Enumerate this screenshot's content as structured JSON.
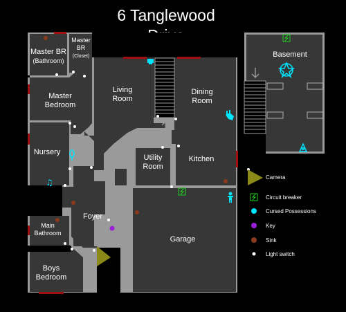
{
  "title_line1": "6 Tanglewood",
  "title_line2": "Drive",
  "rooms": {
    "master_br_bathroom": [
      "Master BR",
      "(Bathroom)"
    ],
    "master_br_closet": [
      "Master",
      "BR",
      "(Closet)"
    ],
    "master_bedroom": [
      "Master",
      "Bedroom"
    ],
    "living_room": [
      "Living",
      "Room"
    ],
    "dining_room": [
      "Dining",
      "Room"
    ],
    "nursery": [
      "Nursery"
    ],
    "utility_room": [
      "Utility",
      "Room"
    ],
    "kitchen": [
      "Kitchen"
    ],
    "foyer": [
      "Foyer"
    ],
    "main_bathroom": [
      "Main",
      "Bathroom"
    ],
    "garage": [
      "Garage"
    ],
    "boys_bedroom": [
      "Boys",
      "Bedroom"
    ],
    "basement": [
      "Basement"
    ]
  },
  "legend": [
    {
      "label": "Camera",
      "icon": "camera-icon"
    },
    {
      "label": "Circuit breaker",
      "icon": "circuit-breaker-icon"
    },
    {
      "label": "Cursed Possessions",
      "icon": "cursed-possession-icon",
      "color": "#00e5ff"
    },
    {
      "label": "Key",
      "icon": "key-icon",
      "color": "#9b1fd8"
    },
    {
      "label": "Sink",
      "icon": "sink-icon",
      "color": "#8b3a1e"
    },
    {
      "label": "Light switch",
      "icon": "light-switch-icon",
      "color": "#ffffff"
    }
  ],
  "colors": {
    "background": "#000000",
    "room_fill": "#373737",
    "wall": "#9a9a9a",
    "door": "#a01010",
    "camera": "#8a8a18",
    "breaker": "#1fd31f",
    "cursed": "#00e5ff",
    "key": "#9b1fd8",
    "sink": "#8b3a1e",
    "light_switch": "#ffffff"
  }
}
